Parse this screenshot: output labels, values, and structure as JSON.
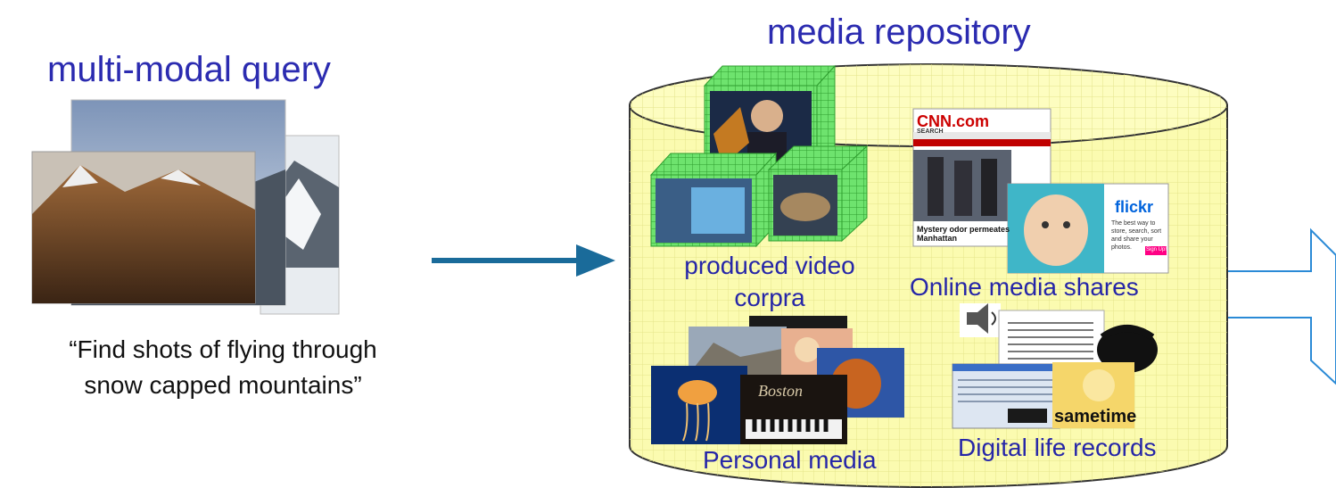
{
  "query": {
    "title": "multi-modal query",
    "quote_line1": "“Find shots of flying through",
    "quote_line2": "snow capped mountains”"
  },
  "repository": {
    "title": "media repository",
    "groups": {
      "produced_video": [
        "produced video",
        "corpra"
      ],
      "online_media": "Online media shares",
      "personal_media": "Personal media",
      "digital_life": "Digital life records"
    },
    "thumbnails": {
      "cnn_logo": "CNN.com",
      "cnn_search": "SEARCH",
      "cnn_headline": "Mystery odor permeates Manhattan",
      "flickr_logo": "flickr",
      "flickr_text": "The best way to store, search, sort and share your photos.",
      "flickr_signup": "Sign Up!",
      "piano_brand": "Boston",
      "sametime": "sametime"
    }
  },
  "colors": {
    "title_blue": "#2b2bb0",
    "arrow_blue": "#1a6b9a",
    "cylinder_fill": "#fbfbb0",
    "cube_green": "#66e066"
  }
}
